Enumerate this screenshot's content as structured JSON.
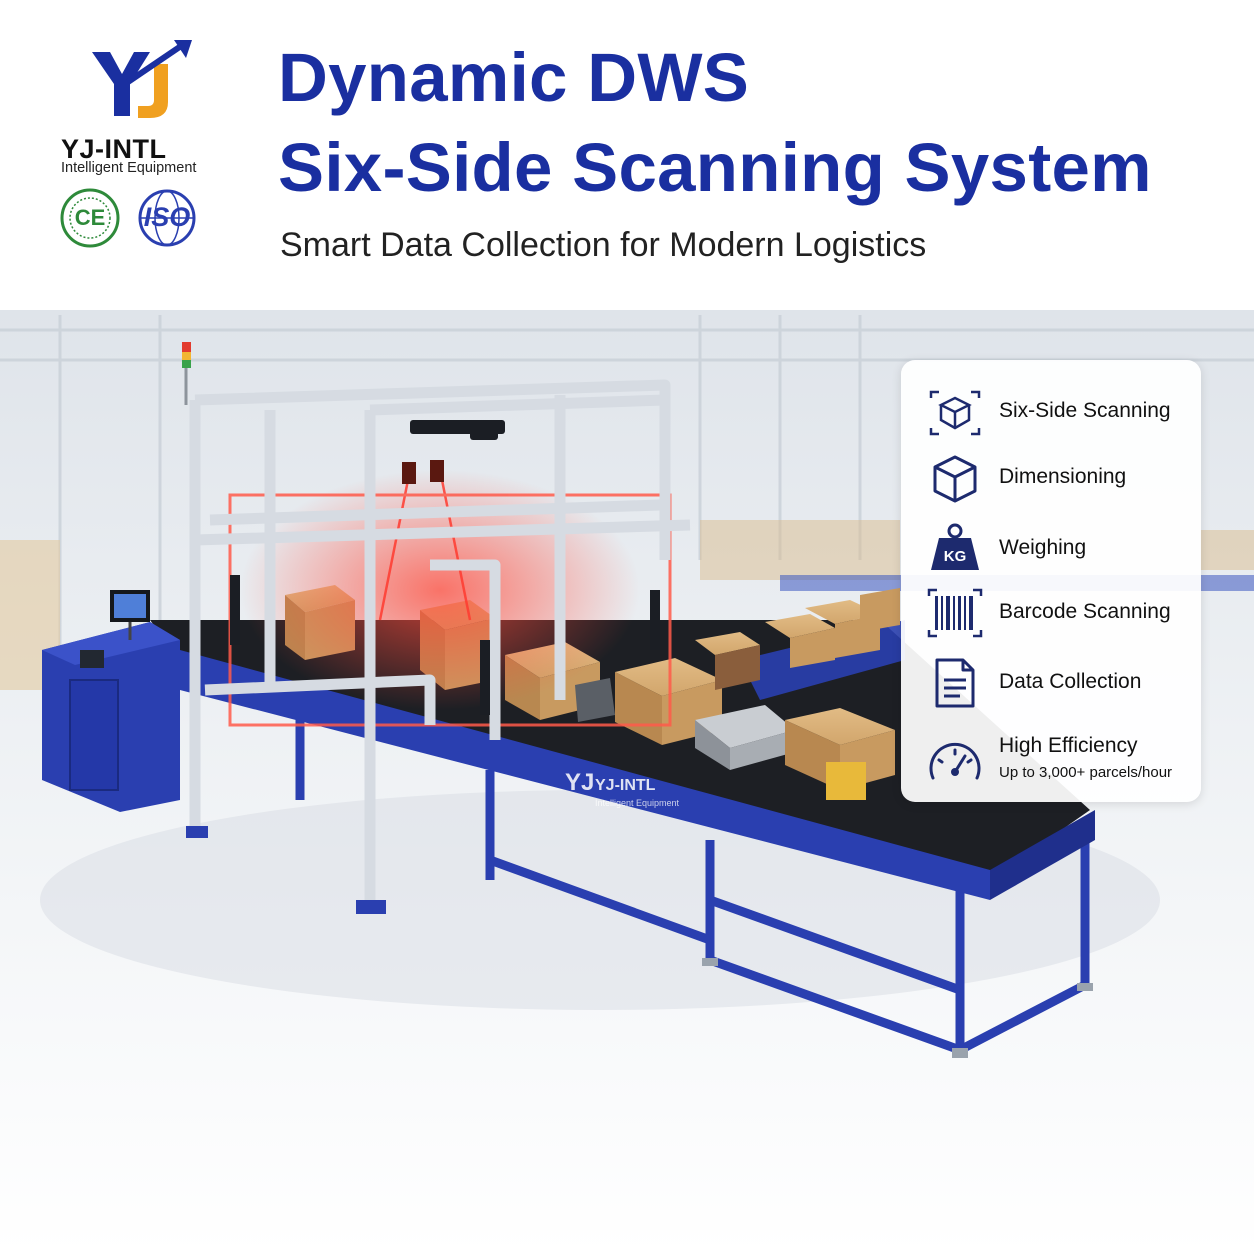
{
  "brand": {
    "name": "YJ-INTL",
    "tagline": "Intelligent Equipment",
    "certifications": [
      {
        "label": "CE",
        "color": "#2e8a3a"
      },
      {
        "label": "ISO",
        "color": "#2a3fb0"
      }
    ]
  },
  "header": {
    "title_line1": "Dynamic DWS",
    "title_line2": "Six-Side Scanning System",
    "subtitle": "Smart Data Collection for Modern Logistics"
  },
  "machine": {
    "conveyor_brand": "YJ-INTL",
    "conveyor_tagline": "Intelligent Equipment"
  },
  "features": [
    {
      "icon": "six-side-scan-icon",
      "label": "Six-Side Scanning"
    },
    {
      "icon": "cube-icon",
      "label": "Dimensioning"
    },
    {
      "icon": "kg-weight-icon",
      "label": "Weighing",
      "icon_text": "KG"
    },
    {
      "icon": "barcode-icon",
      "label": "Barcode Scanning"
    },
    {
      "icon": "document-icon",
      "label": "Data Collection"
    },
    {
      "icon": "speedometer-icon",
      "label": "High Efficiency",
      "note": "Up to 3,000+ parcels/hour"
    }
  ],
  "colors": {
    "title_blue": "#1a2fa0",
    "brand_orange": "#f0a020",
    "machine_blue": "#2a3fb0",
    "frame_silver": "#d6dbe2",
    "laser_red": "#ff3b30",
    "parcel_tan": "#c89a60",
    "icon_navy": "#1d2a6e"
  }
}
